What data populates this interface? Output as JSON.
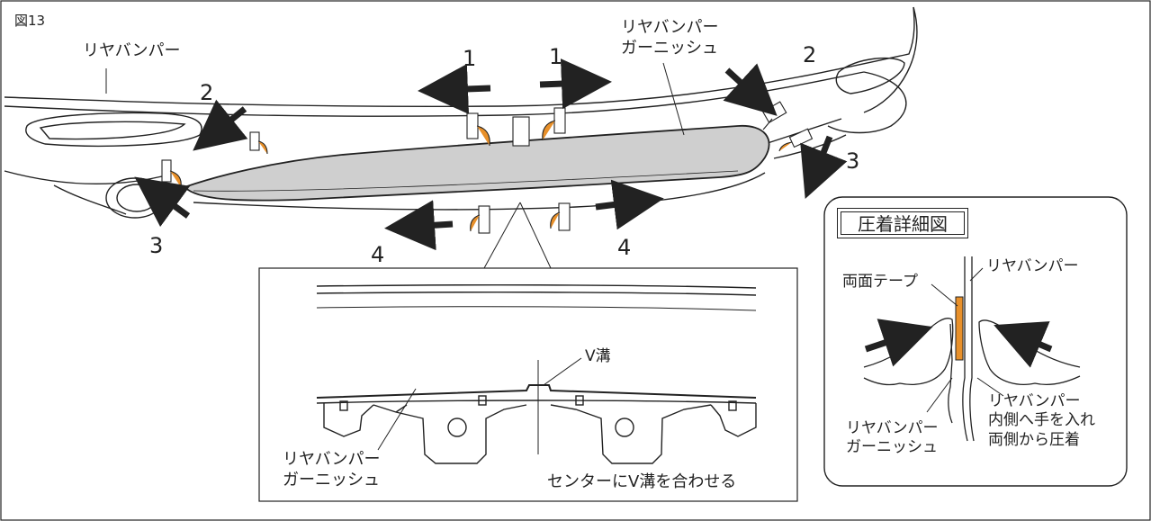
{
  "figure_label": "図13",
  "main_view": {
    "bumper_label": "リヤバンパー",
    "garnish_label": "リヤバンパー\nガーニッシュ",
    "steps": {
      "n1_left": "1",
      "n1_right": "1",
      "n2_left": "2",
      "n2_right": "2",
      "n3_left": "3",
      "n3_right": "3",
      "n4_left": "4",
      "n4_right": "4"
    }
  },
  "detail_view": {
    "v_groove_label": "V溝",
    "garnish_label": "リヤバンパー\nガーニッシュ",
    "align_note": "センターにV溝を合わせる"
  },
  "press_panel": {
    "title": "圧着詳細図",
    "tape_label": "両面テープ",
    "bumper_label": "リヤバンパー",
    "garnish_label": "リヤバンパー\nガーニッシュ",
    "instruction": "リヤバンパー\n内側へ手を入れ\n両側から圧着"
  },
  "colors": {
    "line": "#222222",
    "garnish_fill": "#cfcfcf",
    "tape_orange": "#e8902a",
    "arrow": "#222222"
  }
}
